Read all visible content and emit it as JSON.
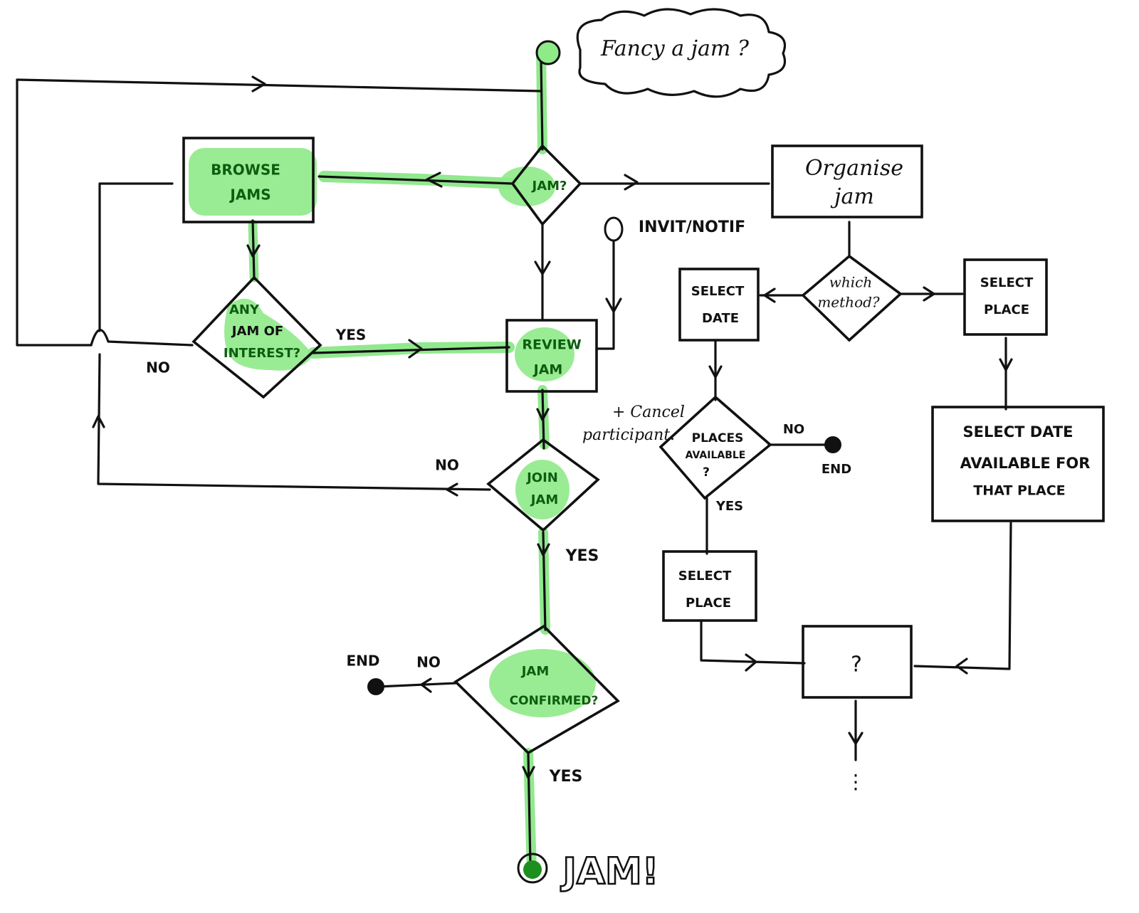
{
  "diagram": {
    "start_bubble": "Fancy a jam ?",
    "invite_start": "INVIT/NOTIF",
    "nodes": {
      "jam_decision": "JAM?",
      "browse_jams": [
        "BROWSE",
        "JAMS"
      ],
      "organise_jam": [
        "Organise",
        "jam"
      ],
      "any_jam_of_interest": [
        "ANY",
        "JAM OF",
        "INTEREST?"
      ],
      "review_jam": [
        "REVIEW",
        "JAM"
      ],
      "join_jam": [
        "JOIN",
        "JAM"
      ],
      "jam_confirmed": [
        "JAM",
        "CONFIRMED?"
      ],
      "which_method": [
        "which",
        "method?"
      ],
      "select_date": [
        "SELECT",
        "DATE"
      ],
      "select_place_right": [
        "SELECT",
        "PLACE"
      ],
      "places_available": [
        "PLACES",
        "AVAILABLE",
        "?"
      ],
      "select_place_lower": [
        "SELECT",
        "PLACE"
      ],
      "select_date_for_place": [
        "SELECT DATE",
        "AVAILABLE FOR",
        "THAT PLACE"
      ],
      "unknown_step": "?",
      "continuation": "⋮",
      "final": "JAM!"
    },
    "labels": {
      "yes_interest": "YES",
      "no_interest": "NO",
      "no_join": "NO",
      "yes_join": "YES",
      "cancel_note": [
        "+ Cancel",
        "participant."
      ],
      "no_confirmed": "NO",
      "end_confirmed": "END",
      "yes_confirmed": "YES",
      "no_places": "NO",
      "end_places": "END",
      "yes_places": "YES"
    },
    "colors": {
      "ink": "#111111",
      "highlight": "#7ee57a",
      "highlight_text": "#0d5c10"
    }
  }
}
